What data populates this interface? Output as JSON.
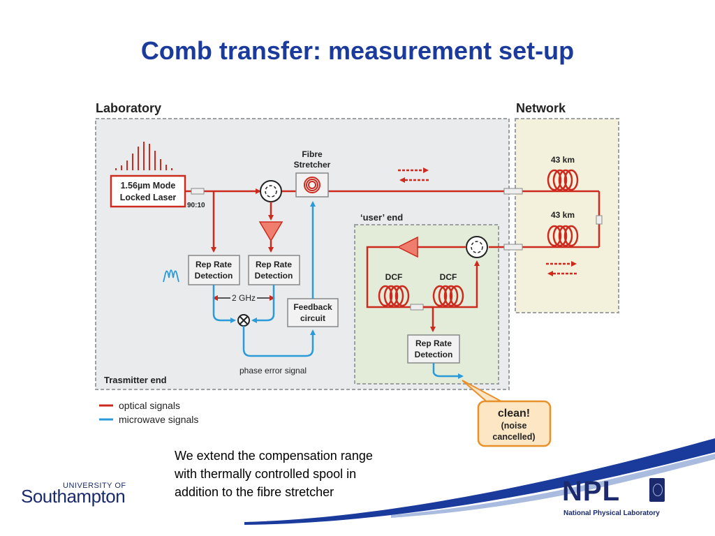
{
  "title": "Comb transfer: measurement set-up",
  "diagram": {
    "laboratory": "Laboratory",
    "network": "Network",
    "transmitter_end": "Trasmitter end",
    "user_end": "‘user’ end",
    "laser_line1": "1.56µm Mode",
    "laser_line2": "Locked Laser",
    "coupler": "90:10",
    "stretcher_line1": "Fibre",
    "stretcher_line2": "Stretcher",
    "rep_rate_line1": "Rep Rate",
    "rep_rate_line2": "Detection",
    "freq": "2 GHz",
    "feedback_line1": "Feedback",
    "feedback_line2": "circuit",
    "phase_error": "phase error signal",
    "spool1": "43 km",
    "spool2": "43 km",
    "dcf1": "DCF",
    "dcf2": "DCF",
    "clean_line1": "clean!",
    "clean_line2": "(noise",
    "clean_line3": "cancelled)",
    "legend_optical": "optical signals",
    "legend_microwave": "microwave signals",
    "colors": {
      "optical": "#cc2a1e",
      "microwave": "#2a9ad8",
      "title": "#1a3a9c"
    }
  },
  "caption": {
    "line1": "We extend the compensation range",
    "line2": "with thermally controlled spool in",
    "line3": "addition to the fibre stretcher"
  },
  "logos": {
    "southampton_uni": "UNIVERSITY OF",
    "southampton_name": "Southampton",
    "npl": "NPL",
    "npl_sub": "National Physical Laboratory"
  }
}
